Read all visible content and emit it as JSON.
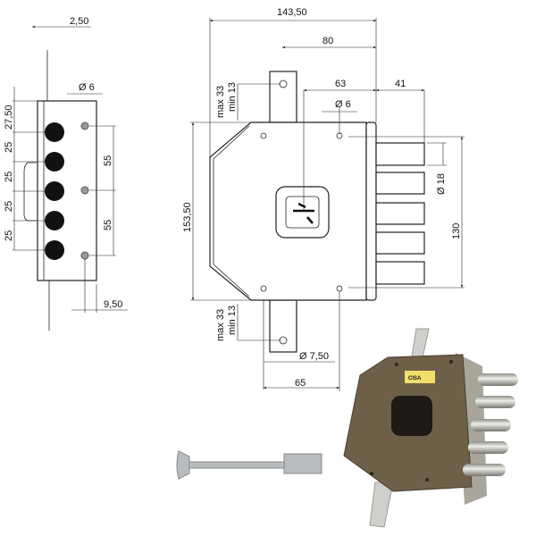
{
  "side_view": {
    "dims": {
      "rod_thickness": "2,50",
      "top_offset": "27,50",
      "bolt_pitch": "25",
      "screw_pitch": "55",
      "screw_hole": "Ø 6",
      "screw_edge": "9,50"
    }
  },
  "front_view": {
    "dims": {
      "width": "143,50",
      "strap_offset": "80",
      "keyhole_offset": "63",
      "bolt_throw": "41",
      "screw_hole": "Ø 6",
      "bolt_diameter": "Ø 18",
      "height": "153,50",
      "bolt_span": "130",
      "strap_max": "max 33",
      "strap_min": "min 13",
      "strap_hole": "Ø 7,50",
      "bottom_offset": "65"
    }
  },
  "photo": {
    "label_brand": "CISA",
    "colors": {
      "body": "#6e5f48",
      "bolt": "#c9c9c4",
      "key": "#b8bcbf"
    }
  }
}
